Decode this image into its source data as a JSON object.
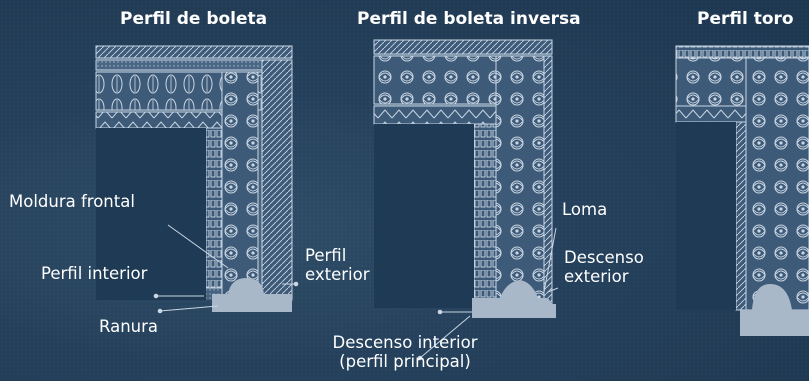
{
  "titles": {
    "profile_1": "Perfil de boleta",
    "profile_2": "Perfil de boleta inversa",
    "profile_3": "Perfil toro"
  },
  "labels": {
    "moldura_frontal": "Moldura frontal",
    "perfil_interior": "Perfil interior",
    "ranura": "Ranura",
    "perfil_exterior_1": "Perfil",
    "perfil_exterior_2": "exterior",
    "loma": "Loma",
    "descenso_exterior_1": "Descenso",
    "descenso_exterior_2": "exterior",
    "descenso_interior_1": "Descenso interior",
    "descenso_interior_2": "(perfil principal)"
  },
  "colors": {
    "background": "#1f3a55",
    "frame_fill": "#3d5a78",
    "frame_line": "#c9d6e3",
    "profile_section": "#a9b8c8",
    "text": "#ffffff"
  }
}
